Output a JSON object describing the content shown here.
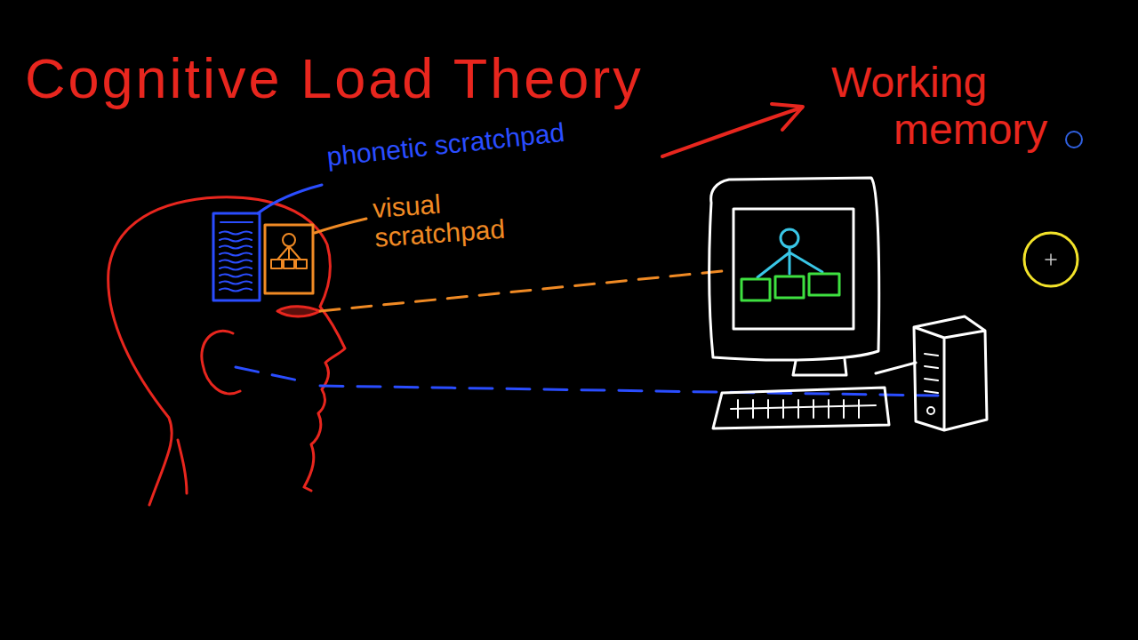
{
  "diagram": {
    "title": "Cognitive Load Theory",
    "labels": [
      "Working memory",
      "phonetic scratchpad",
      "visual scratchpad"
    ]
  }
}
